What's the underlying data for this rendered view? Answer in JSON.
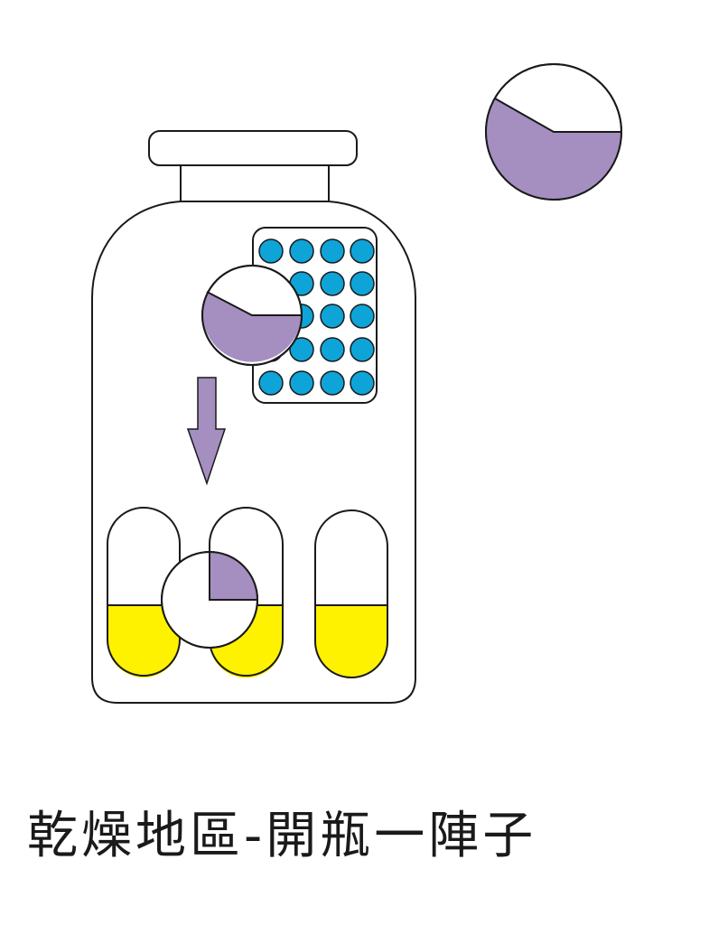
{
  "caption": "乾燥地區-開瓶一陣子",
  "colors": {
    "outline": "#1a1a1a",
    "background": "#ffffff",
    "lavender": "#a48fc0",
    "cyan": "#0ea4d8",
    "yellow": "#fff200"
  },
  "elements": {
    "jar": "jar",
    "desiccant_packet": "desiccant-packet",
    "moisture_indicator": "moisture-indicator",
    "arrow": "down-arrow",
    "capsules": "capsules"
  }
}
